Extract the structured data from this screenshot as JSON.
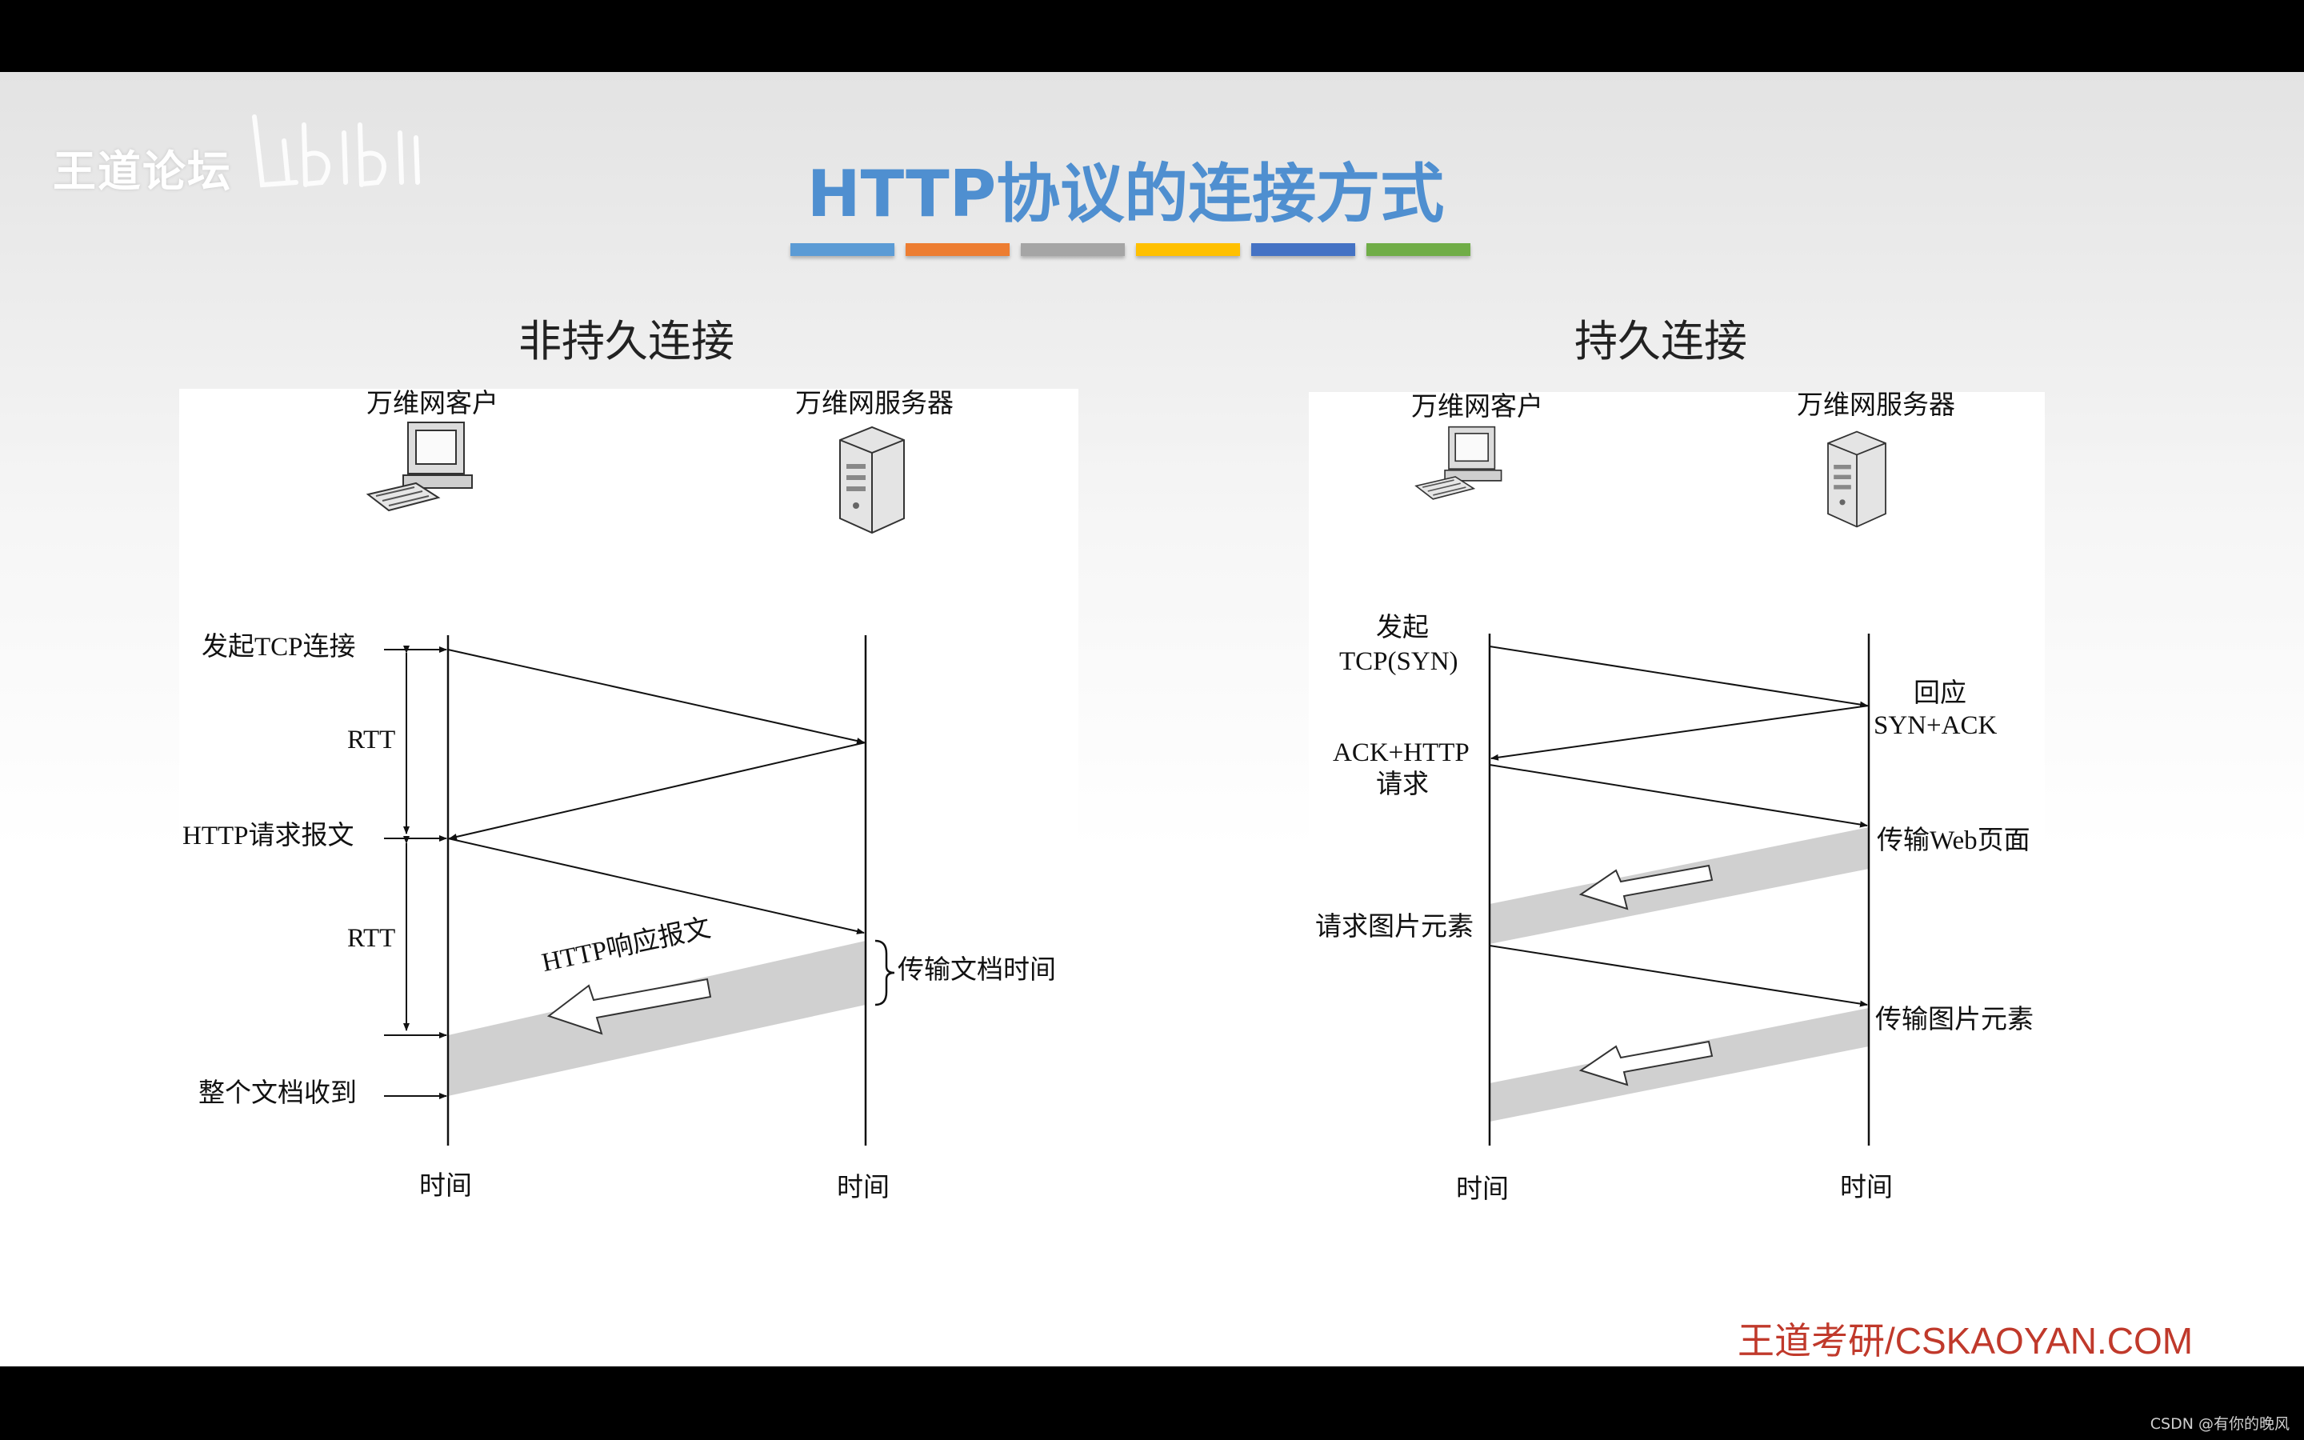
{
  "slide": {
    "title": "HTTP协议的连接方式",
    "watermark": "王道论坛",
    "footer_brand": "王道考研/CSKAOYAN.COM",
    "csdn_mark": "CSDN @有你的晚风",
    "color_bar": [
      "#5b9bd5",
      "#ed7d31",
      "#a5a5a5",
      "#ffc000",
      "#4472c4",
      "#70ad47"
    ]
  },
  "left_diagram": {
    "section_title": "非持久连接",
    "client_label": "万维网客户",
    "server_label": "万维网服务器",
    "labels": {
      "init_tcp": "发起TCP连接",
      "rtt1": "RTT",
      "http_request": "HTTP请求报文",
      "rtt2": "RTT",
      "http_response": "HTTP响应报文",
      "transfer_time": "传输文档时间",
      "doc_received": "整个文档收到",
      "time_client": "时间",
      "time_server": "时间"
    }
  },
  "right_diagram": {
    "section_title": "持久连接",
    "client_label": "万维网客户",
    "server_label": "万维网服务器",
    "labels": {
      "init_line1": "发起",
      "init_line2": "TCP(SYN)",
      "reply_line1": "回应",
      "reply_line2": "SYN+ACK",
      "ack_line1": "ACK+HTTP",
      "ack_line2": "请求",
      "send_web": "传输Web页面",
      "request_img": "请求图片元素",
      "send_img": "传输图片元素",
      "time_client": "时间",
      "time_server": "时间"
    }
  }
}
